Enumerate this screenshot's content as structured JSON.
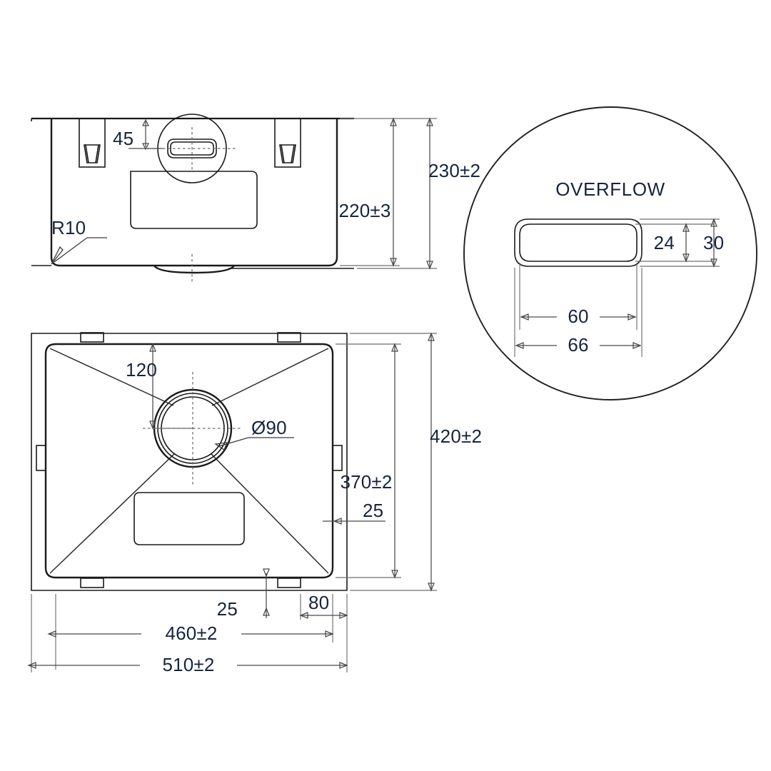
{
  "drawing": {
    "type": "technical-drawing",
    "subject": "Undermount kitchen sink bowl",
    "units": "mm",
    "views": [
      {
        "name": "front-elevation",
        "position": "top-left"
      },
      {
        "name": "plan-view",
        "position": "bottom-left"
      },
      {
        "name": "overflow-detail",
        "position": "right"
      }
    ]
  },
  "front_view": {
    "dimensions": {
      "overflow_from_top": "45",
      "corner_radius": "R10",
      "bowl_depth_inner": "220±3",
      "overall_depth_outer": "230±2"
    }
  },
  "plan_view": {
    "dimensions": {
      "drain_from_top": "120",
      "drain_diameter": "Ø90",
      "bowl_inner_height": "370±2",
      "overall_height": "420±2",
      "rim_offset_right": "25",
      "rim_offset_bottom": "25",
      "clip_offset": "80",
      "bowl_inner_width": "460±2",
      "overall_width": "510±2"
    }
  },
  "overflow_detail": {
    "title": "OVERFLOW",
    "dimensions": {
      "inner_height": "24",
      "outer_height": "30",
      "inner_width": "60",
      "outer_width": "66"
    }
  },
  "colors": {
    "line": "#1a1a1a",
    "dimension_line": "#4a4a4a",
    "text": "#16243f",
    "background": "#ffffff"
  }
}
